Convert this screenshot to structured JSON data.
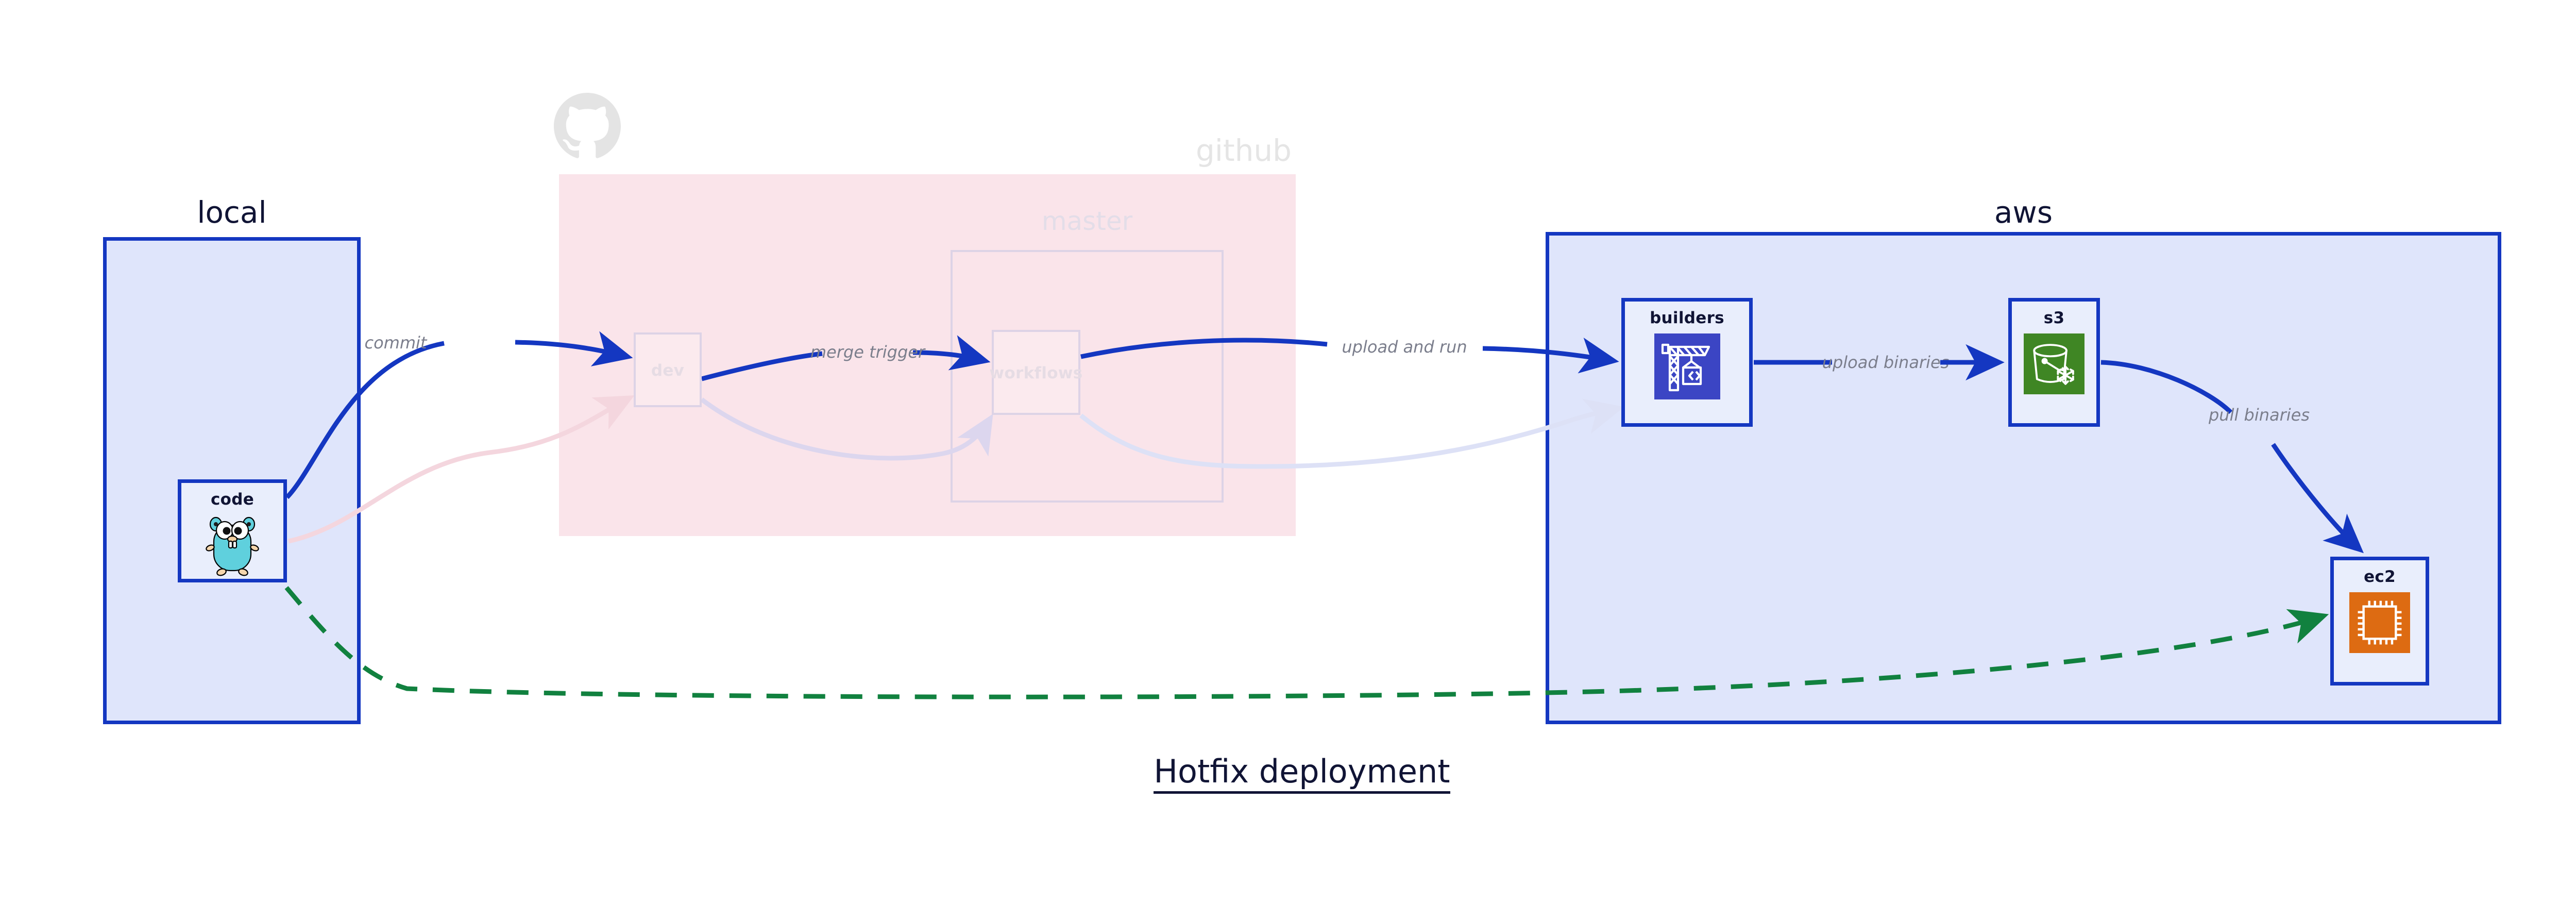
{
  "title": {
    "text": "Hotfix deployment"
  },
  "groups": [
    {
      "id": "local",
      "label": "local"
    },
    {
      "id": "github",
      "label": "github"
    },
    {
      "id": "master",
      "label": "master"
    },
    {
      "id": "aws",
      "label": "aws"
    }
  ],
  "nodes": [
    {
      "id": "code",
      "label": "code",
      "icon": "go-gopher-icon",
      "group": "local"
    },
    {
      "id": "dev",
      "label": "dev",
      "icon": "none",
      "group": "github"
    },
    {
      "id": "workflows",
      "label": "workflows",
      "icon": "none",
      "group": "master"
    },
    {
      "id": "builders",
      "label": "builders",
      "icon": "aws-codebuild-icon",
      "group": "aws"
    },
    {
      "id": "s3",
      "label": "s3",
      "icon": "aws-s3-glacier-icon",
      "group": "aws"
    },
    {
      "id": "ec2",
      "label": "ec2",
      "icon": "aws-ec2-chip-icon",
      "group": "aws"
    }
  ],
  "edges": [
    {
      "id": "commit",
      "label": "commit",
      "from": "code",
      "to": "dev",
      "style": "solid",
      "color": "#1437c1"
    },
    {
      "id": "merge-trigger",
      "label": "merge trigger",
      "from": "dev",
      "to": "workflows",
      "style": "solid",
      "color": "#1437c1"
    },
    {
      "id": "upload-and-run",
      "label": "upload and run",
      "from": "workflows",
      "to": "builders",
      "style": "solid",
      "color": "#1437c1"
    },
    {
      "id": "upload-binaries",
      "label": "upload binaries",
      "from": "builders",
      "to": "s3",
      "style": "solid",
      "color": "#1437c1"
    },
    {
      "id": "pull-binaries",
      "label": "pull binaries",
      "from": "s3",
      "to": "ec2",
      "style": "solid",
      "color": "#1437c1"
    },
    {
      "id": "hotfix-direct",
      "label": "",
      "from": "code",
      "to": "ec2",
      "style": "dashed",
      "color": "#11813f"
    },
    {
      "id": "faded-code-dev",
      "label": "",
      "from": "code",
      "to": "dev",
      "style": "faded",
      "color": "#f6dbe2"
    },
    {
      "id": "faded-dev-wf",
      "label": "",
      "from": "dev",
      "to": "workflows",
      "style": "faded",
      "color": "#ddd7ee"
    },
    {
      "id": "faded-wf-build",
      "label": "",
      "from": "workflows",
      "to": "builders",
      "style": "faded",
      "color": "#dfe3f7"
    }
  ],
  "colors": {
    "accent_blue": "#1437c1",
    "group_blue_fill": "#dfe5fb",
    "group_pink_fill": "#fae4ea",
    "node_fill": "#e9eefc",
    "label_gray": "#7b7e8c",
    "dashed_green": "#11813f",
    "faded_text": "#e6dce4",
    "s3_green": "#3f8624",
    "ec2_orange": "#dd6b12",
    "codebuild_indigo": "#3b45c4",
    "gopher_cyan": "#5fd0dd",
    "github_logo_gray": "#e4e4e4"
  }
}
